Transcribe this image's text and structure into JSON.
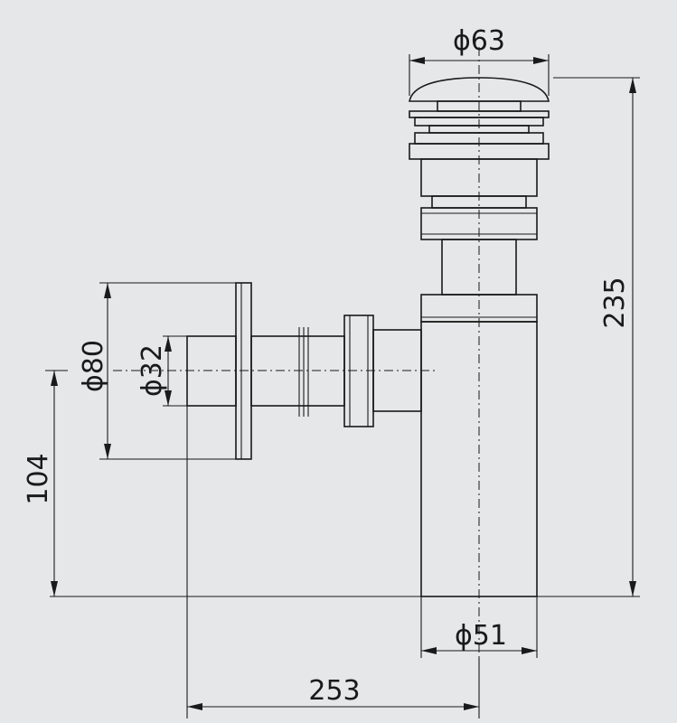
{
  "dimensions": {
    "top_diameter": "ϕ63",
    "total_height": "235",
    "flange_diameter": "ϕ80",
    "outlet_diameter": "ϕ32",
    "outlet_height": "104",
    "pipe_diameter": "ϕ51",
    "horizontal_length": "253"
  }
}
